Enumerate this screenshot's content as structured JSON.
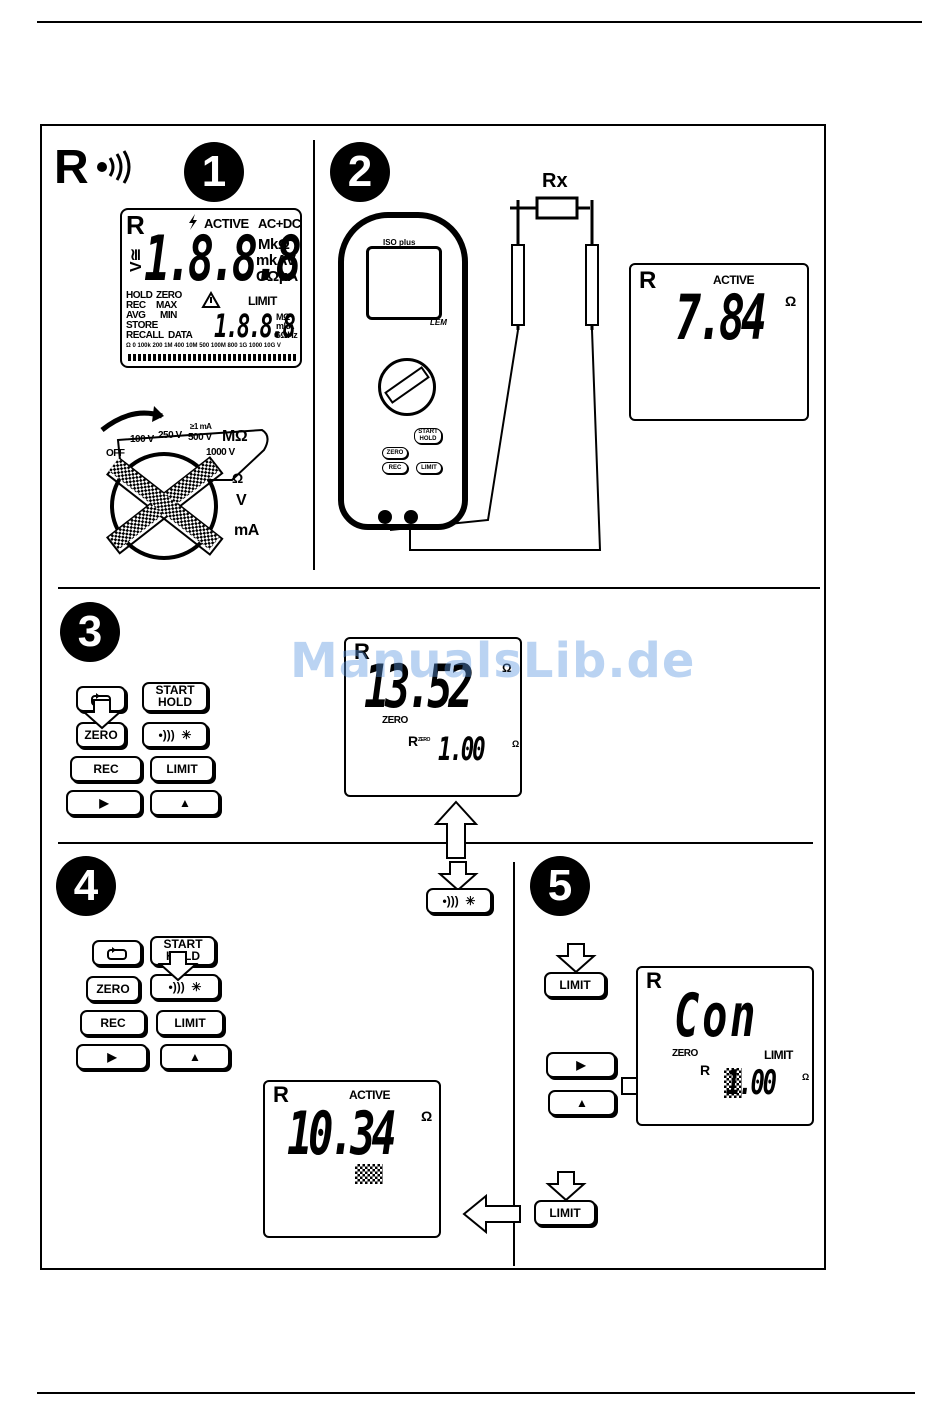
{
  "panel1": {
    "step": "1",
    "mode_symbol": "R",
    "lcd_top": [
      "ACTIVE",
      "AC+DC"
    ],
    "lcd_main": "1.8.8.8",
    "lcd_units": [
      "MkΩ",
      "mkAV",
      "GΩμA"
    ],
    "lcd_labels": [
      "HOLD",
      "ZERO",
      "REC",
      "MAX",
      "AVG",
      "MIN",
      "STORE",
      "RECALL",
      "DATA",
      "LIMIT"
    ],
    "lcd_sub": "1.8.8.8",
    "lcd_sub_units": [
      "MΩ",
      "mkA",
      "GΩHz"
    ],
    "lcd_scale": "Ω 0 100k 200 1M 400 10M 500 100M 800 1G 1000 10G V",
    "dial_labels": [
      "OFF",
      "100 V",
      "250 V",
      "≥1 mA",
      "500 V",
      "MΩ",
      "1000 V",
      "Ω",
      "V",
      "mA"
    ]
  },
  "panel2": {
    "step": "2",
    "resistor_label": "Rx",
    "device_brand": "ISO plus",
    "device_logo": "LEM",
    "buttons": [
      "START HOLD",
      "ZERO",
      "REC",
      "LIMIT"
    ],
    "lcd_mode": "R",
    "lcd_status": "ACTIVE",
    "lcd_value": "7.84",
    "lcd_unit": "Ω"
  },
  "panel3": {
    "step": "3",
    "buttons": [
      "START",
      "HOLD",
      "ZERO",
      "REC",
      "LIMIT"
    ],
    "lcd_mode": "R",
    "lcd_value": "13.52",
    "lcd_unit": "Ω",
    "lcd_zero": "ZERO",
    "lcd_rzero_label": "R",
    "lcd_rzero_sub": "ZERO",
    "lcd_rzero_value": "1.00",
    "lcd_rzero_unit": "Ω"
  },
  "panel4": {
    "step": "4",
    "buttons": [
      "START",
      "HOLD",
      "ZERO",
      "REC",
      "LIMIT"
    ],
    "lcd_mode": "R",
    "lcd_status": "ACTIVE",
    "lcd_value": "10.34",
    "lcd_unit": "Ω"
  },
  "panel5": {
    "step": "5",
    "limit_button": "LIMIT",
    "lcd_mode": "R",
    "lcd_text": "Con",
    "lcd_zero": "ZERO",
    "lcd_limit": "LIMIT",
    "lcd_sub_label": "R",
    "lcd_sub_value": "1.00",
    "lcd_sub_unit": "Ω"
  },
  "watermark": "ManualsLib.de"
}
